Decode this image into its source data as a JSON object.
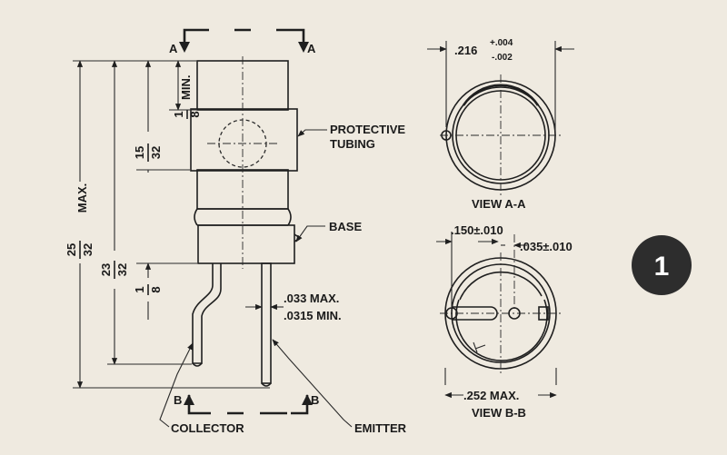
{
  "section_letter_a": "A",
  "section_letter_b": "B",
  "labels": {
    "protective_tubing_1": "PROTECTIVE",
    "protective_tubing_2": "TUBING",
    "base": "BASE",
    "collector": "COLLECTOR",
    "emitter": "EMITTER",
    "view_aa": "VIEW A-A",
    "view_bb": "VIEW B-B"
  },
  "dimensions": {
    "min_label": "MIN.",
    "min_num": "1",
    "min_den": "8",
    "tube_num": "15",
    "tube_den": "32",
    "total_num": "25",
    "total_den": "32",
    "total_suffix": "MAX.",
    "lead_num": "23",
    "lead_den": "32",
    "base_lead_num": "1",
    "base_lead_den": "8",
    "lead_dia_max": ".033 MAX.",
    "lead_dia_min": ".0315 MIN.",
    "aa_width": ".216",
    "aa_tol_plus": "+.004",
    "aa_tol_minus": "-.002",
    "bb_left": ".150±.010",
    "bb_right": ".035±.010",
    "bb_width": ".252 MAX."
  },
  "badge": "1",
  "colors": {
    "paper": "#efeae0",
    "ink": "#1f1f1f",
    "badge": "#2d2d2d"
  }
}
